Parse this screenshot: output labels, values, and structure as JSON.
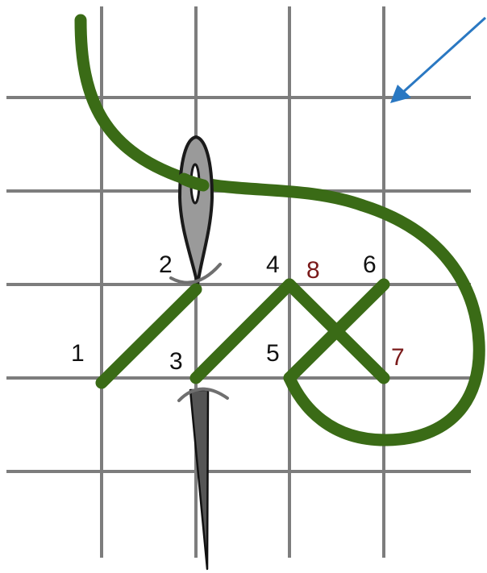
{
  "colors": {
    "background": "#ffffff",
    "grid": "#7d7d7d",
    "thread": "#3a6b16",
    "needle_fill": "#9a9a9a",
    "needle_outline": "#1a1a1a",
    "arrow": "#2a78c2",
    "label_black": "#111111",
    "label_red": "#7a1a1a"
  },
  "icons": {
    "needle_top": "sewing-needle-icon",
    "needle_bottom": "needle-tip-icon",
    "arrow": "pointer-arrow-icon"
  },
  "labels": {
    "p1": "1",
    "p2": "2",
    "p3": "3",
    "p4": "4",
    "p5": "5",
    "p6": "6",
    "p7": "7",
    "p8": "8"
  }
}
